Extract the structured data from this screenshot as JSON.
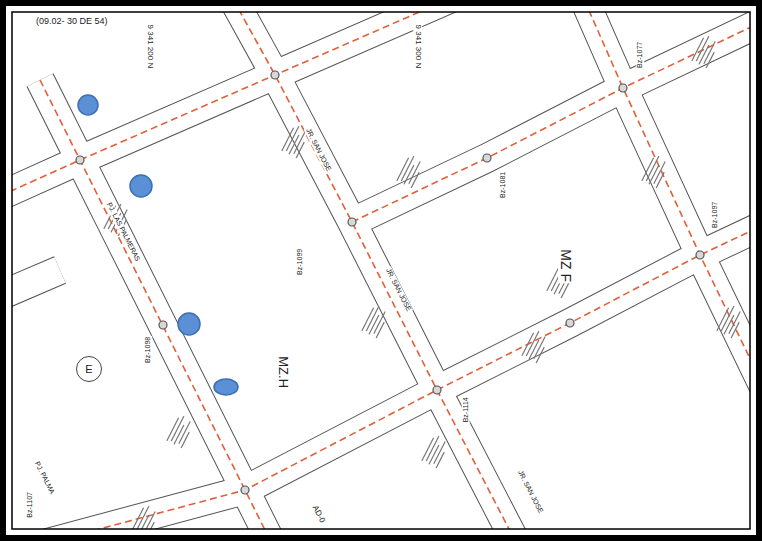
{
  "diagram": {
    "nodes": [
      {
        "text": [
          "E"
        ]
      }
    ],
    "labels": [
      "(09.02- 30 DE 54)",
      "9 341 200 N",
      "9 341 300 N",
      "MZ F",
      "MZ.H",
      "JR. SAN JOSE",
      "JR. SAN JOSE",
      "JR. SAN JOSE",
      "PJ. LAS PALMERAS",
      "PJ. PALMA",
      "AD-0",
      "Bz-1099",
      "Bz-1081",
      "Bz-1097",
      "Bz-1098",
      "Bz-1114",
      "Bz-1107",
      "Bz-1077"
    ]
  }
}
